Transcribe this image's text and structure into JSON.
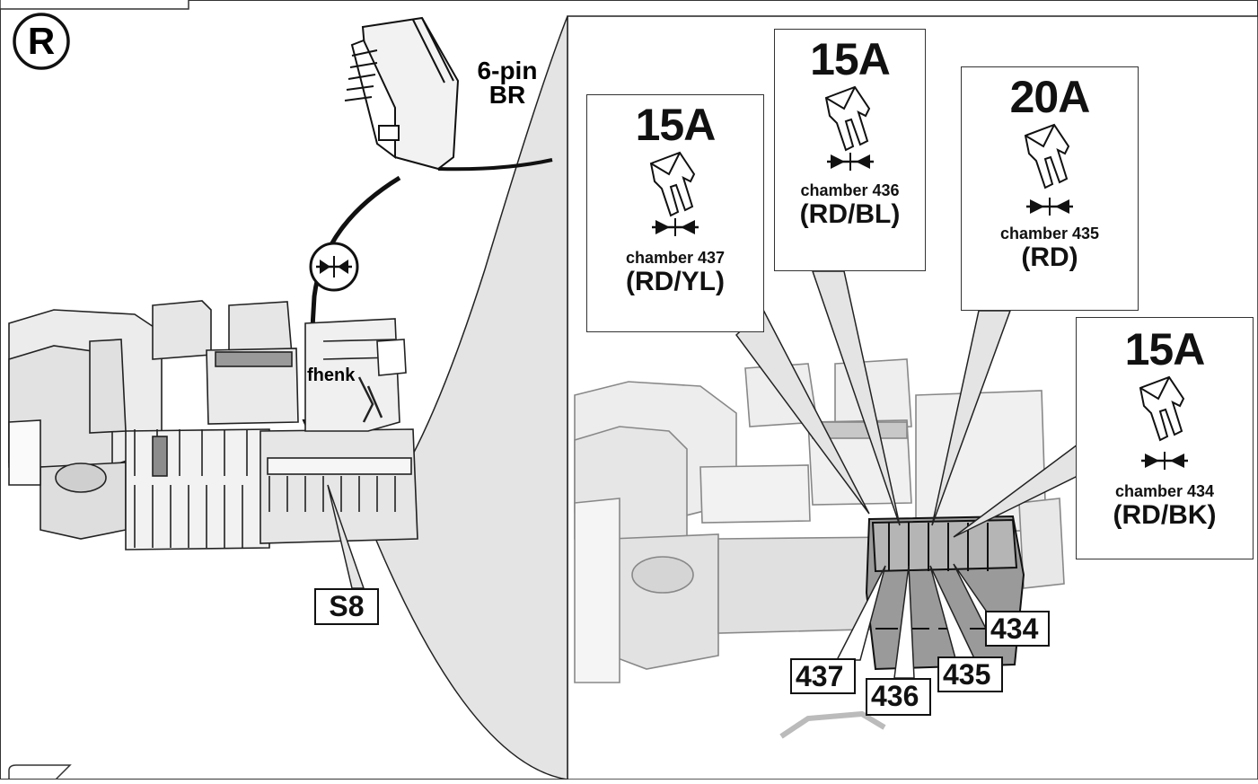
{
  "variant_symbol": "R",
  "connector": {
    "line1": "6-pin",
    "line2": "BR"
  },
  "box_label": "S8",
  "small_text": "fhenk",
  "fuses": [
    {
      "amps": "15A",
      "chamber": "chamber 437",
      "color": "(RD/YL)"
    },
    {
      "amps": "15A",
      "chamber": "chamber 436",
      "color": "(RD/BL)"
    },
    {
      "amps": "20A",
      "chamber": "chamber 435",
      "color": "(RD)"
    },
    {
      "amps": "15A",
      "chamber": "chamber 434",
      "color": "(RD/BK)"
    }
  ],
  "slot_labels": [
    "437",
    "436",
    "435",
    "434"
  ],
  "colors": {
    "line": "#111111",
    "fill_light": "#e6e6e6",
    "fill_mid": "#cfcfcf",
    "fill_dark": "#8c8c8c",
    "highlight": "#9a9a9a"
  }
}
